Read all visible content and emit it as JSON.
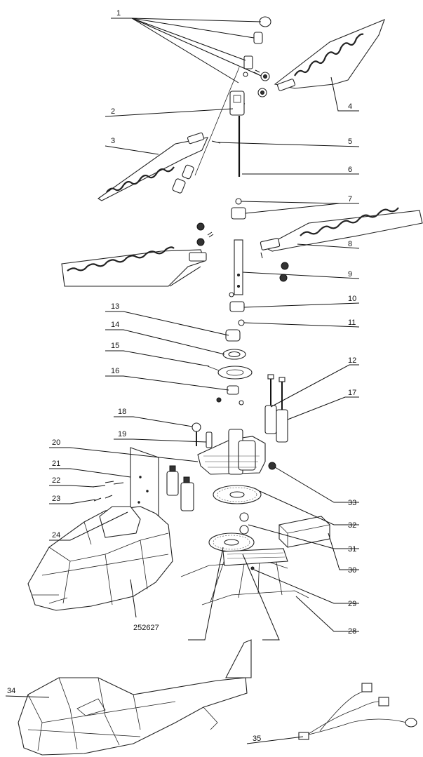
{
  "callouts": [
    {
      "id": "c1",
      "text": "1"
    },
    {
      "id": "c2",
      "text": "2"
    },
    {
      "id": "c3",
      "text": "3"
    },
    {
      "id": "c4",
      "text": "4"
    },
    {
      "id": "c5",
      "text": "5"
    },
    {
      "id": "c6",
      "text": "6"
    },
    {
      "id": "c7",
      "text": "7"
    },
    {
      "id": "c8",
      "text": "8"
    },
    {
      "id": "c9",
      "text": "9"
    },
    {
      "id": "c10",
      "text": "10"
    },
    {
      "id": "c11",
      "text": "11"
    },
    {
      "id": "c12",
      "text": "12"
    },
    {
      "id": "c13",
      "text": "13"
    },
    {
      "id": "c14",
      "text": "14"
    },
    {
      "id": "c15",
      "text": "15"
    },
    {
      "id": "c16",
      "text": "16"
    },
    {
      "id": "c17",
      "text": "17"
    },
    {
      "id": "c18",
      "text": "18"
    },
    {
      "id": "c19",
      "text": "19"
    },
    {
      "id": "c20",
      "text": "20"
    },
    {
      "id": "c21",
      "text": "21"
    },
    {
      "id": "c22",
      "text": "22"
    },
    {
      "id": "c23",
      "text": "23"
    },
    {
      "id": "c24",
      "text": "24"
    },
    {
      "id": "c28",
      "text": "28"
    },
    {
      "id": "c29",
      "text": "29"
    },
    {
      "id": "c30",
      "text": "30"
    },
    {
      "id": "c31",
      "text": "31"
    },
    {
      "id": "c32",
      "text": "32"
    },
    {
      "id": "c33",
      "text": "33"
    },
    {
      "id": "c34",
      "text": "34"
    },
    {
      "id": "c35",
      "text": "35"
    },
    {
      "id": "c252627",
      "text": "252627"
    }
  ]
}
